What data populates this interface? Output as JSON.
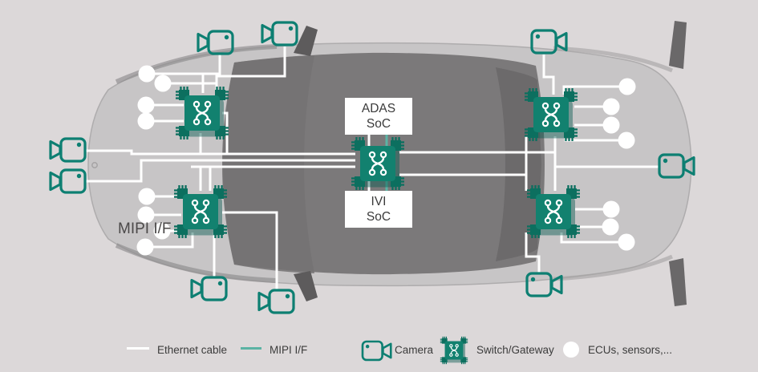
{
  "page": {
    "background": "#dcd8d9",
    "description_hint": "Top-down car automotive network diagram"
  },
  "annotations": {
    "adas_soc": {
      "line1": "ADAS",
      "line2": "SoC"
    },
    "ivi_soc": {
      "line1": "IVI",
      "line2": "SoC"
    },
    "mipi_label": "MIPI I/F"
  },
  "legend": {
    "ethernet_label": "Ethernet cable",
    "mipi_label": "MIPI I/F",
    "camera_label": "Camera",
    "switch_label": "Switch/Gateway",
    "ecus_label": "ECUs, sensors,..."
  },
  "colors": {
    "teal": "#0d7f72",
    "chip_teal": "#12816f",
    "chip_block_teal": "#0c6f5f",
    "teal_light": "#5bb3a4",
    "wire_white": "#ffffff",
    "car_body": "#c7c5c6",
    "car_glass": "#7b797a",
    "text_dark": "#3c3c3c",
    "ecu_fill": "#ffffff"
  },
  "icons": {
    "camera": "camera-icon",
    "switch_gateway": "switch-gateway-icon",
    "ecu_node": "ecu-node-icon",
    "ethernet_swatch": "ethernet-line-swatch",
    "mipi_swatch": "mipi-line-swatch"
  }
}
